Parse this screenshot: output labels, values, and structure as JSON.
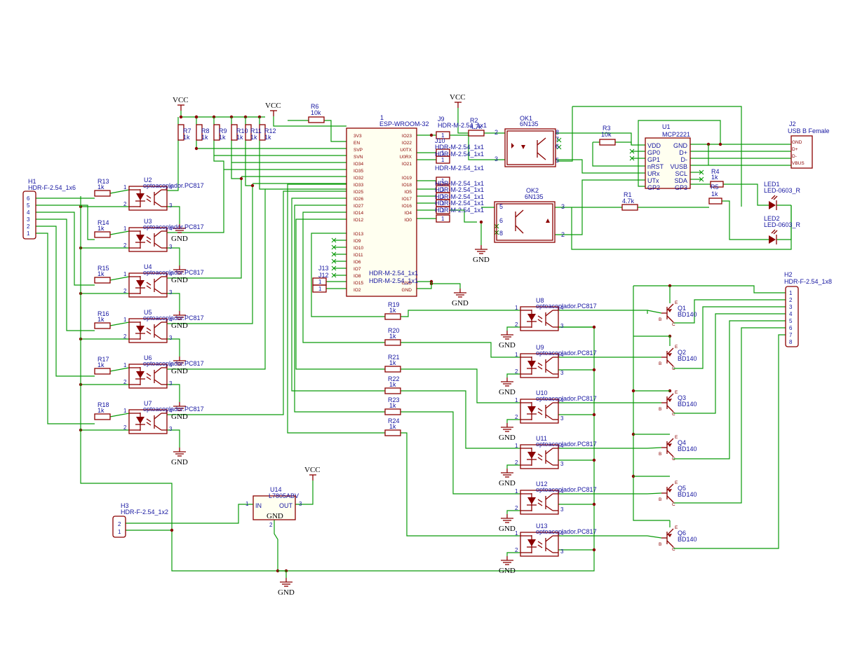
{
  "power": {
    "vcc": "VCC",
    "gnd": "GND"
  },
  "mcu": {
    "ref": "1",
    "value": "ESP-WROOM-32",
    "left_pins": [
      "3V3",
      "EN",
      "SVP",
      "SVN",
      "IO34",
      "IO35",
      "IO32",
      "IO33",
      "IO25",
      "IO26",
      "IO27",
      "IO14",
      "IO12",
      "",
      "IO13",
      "IO9",
      "IO10",
      "IO11",
      "IO6",
      "IO7",
      "IO8",
      "IO15",
      "IO2"
    ],
    "right_pins": [
      "IO23",
      "IO22",
      "U0TX",
      "U0RX",
      "IO21",
      "",
      "IO19",
      "IO18",
      "IO5",
      "IO17",
      "IO16",
      "IO4",
      "IO0",
      "",
      "",
      "",
      "",
      "",
      "",
      "",
      "",
      "GND",
      "GND"
    ]
  },
  "pullups": [
    {
      "ref": "R7",
      "value": "1k"
    },
    {
      "ref": "R8",
      "value": "1k"
    },
    {
      "ref": "R9",
      "value": "1k"
    },
    {
      "ref": "R10",
      "value": "1k"
    },
    {
      "ref": "R11",
      "value": "1k"
    },
    {
      "ref": "R12",
      "value": "1k"
    }
  ],
  "r6": {
    "ref": "R6",
    "value": "10k"
  },
  "h1": {
    "ref": "H1",
    "value": "HDR-F-2.54_1x6",
    "pins": [
      "6",
      "5",
      "4",
      "3",
      "2",
      "1"
    ]
  },
  "input_opto": [
    {
      "rref": "R13",
      "rval": "1k",
      "ref": "U2",
      "value": "optoacoplador.PC817"
    },
    {
      "rref": "R14",
      "rval": "1k",
      "ref": "U3",
      "value": "optoacoplador.PC817"
    },
    {
      "rref": "R15",
      "rval": "1k",
      "ref": "U4",
      "value": "optoacoplador.PC817"
    },
    {
      "rref": "R16",
      "rval": "1k",
      "ref": "U5",
      "value": "optoacoplador.PC817"
    },
    {
      "rref": "R17",
      "rval": "1k",
      "ref": "U6",
      "value": "optoacoplador.PC817"
    },
    {
      "rref": "R18",
      "rval": "1k",
      "ref": "U7",
      "value": "optoacoplador.PC817"
    }
  ],
  "output_opto": [
    {
      "rref": "R19",
      "rval": "1k",
      "ref": "U8",
      "value": "optoacoplador.PC817"
    },
    {
      "rref": "R20",
      "rval": "1k",
      "ref": "U9",
      "value": "optoacoplador.PC817"
    },
    {
      "rref": "R21",
      "rval": "1k",
      "ref": "U10",
      "value": "optoacoplador.PC817"
    },
    {
      "rref": "R22",
      "rval": "1k",
      "ref": "U11",
      "value": "optoacoplador.PC817"
    },
    {
      "rref": "R23",
      "rval": "1k",
      "ref": "U12",
      "value": "optoacoplador.PC817"
    },
    {
      "rref": "R24",
      "rval": "1k",
      "ref": "U13",
      "value": "optoacoplador.PC817"
    }
  ],
  "transistors": [
    {
      "ref": "Q1",
      "value": "BD140"
    },
    {
      "ref": "Q2",
      "value": "BD140"
    },
    {
      "ref": "Q3",
      "value": "BD140"
    },
    {
      "ref": "Q4",
      "value": "BD140"
    },
    {
      "ref": "Q5",
      "value": "BD140"
    },
    {
      "ref": "Q6",
      "value": "BD140"
    }
  ],
  "h2": {
    "ref": "H2",
    "value": "HDR-F-2.54_1x8",
    "pins": [
      "1",
      "2",
      "3",
      "4",
      "5",
      "6",
      "7",
      "8"
    ]
  },
  "h3": {
    "ref": "H3",
    "value": "HDR-F-2.54_1x2",
    "pins": [
      "2",
      "1"
    ]
  },
  "reg": {
    "ref": "U14",
    "value": "L7805ABV",
    "in": "IN",
    "out": "OUT",
    "gnd": "GND",
    "pin_in": "1",
    "pin_out": "3",
    "pin_gnd": "2"
  },
  "headers_1x1": [
    {
      "ref": "J9",
      "value": "HDR-M-2.54_1x1"
    },
    {
      "ref": "J10",
      "value": "HDR-M-2.54_1x1"
    },
    {
      "ref": "",
      "value": "HDR-M-2.54_1x1"
    },
    {
      "ref": "",
      "value": "HDR-M-2.54_1x1"
    },
    {
      "ref": "",
      "value": "HDR-M-2.54_1x1"
    },
    {
      "ref": "",
      "value": "HDR-M-2.54_1x1"
    },
    {
      "ref": "",
      "value": "HDR-M-2.54_1x1"
    },
    {
      "ref": "",
      "value": "HDR-M-2.54_1x1"
    },
    {
      "ref": "",
      "value": "HDR-M-2.54_1x1"
    },
    {
      "ref": "J13",
      "value": "HDR-M-2.54_1x1"
    },
    {
      "ref": "J12",
      "value": "HDR-M-2.54_1x1"
    }
  ],
  "ok1": {
    "ref": "OK1",
    "value": "6N135",
    "pins": [
      "2",
      "3",
      "8",
      "7",
      "6",
      "5"
    ]
  },
  "ok2": {
    "ref": "OK2",
    "value": "6N135",
    "pins": [
      "5",
      "6",
      "8",
      "3",
      "2"
    ]
  },
  "r2": {
    "ref": "R2",
    "value": "4.7k"
  },
  "r1": {
    "ref": "R1",
    "value": "4.7k"
  },
  "r3": {
    "ref": "R3",
    "value": "10k"
  },
  "r4": {
    "ref": "R4",
    "value": "1k"
  },
  "r5": {
    "ref": "R5",
    "value": "1k"
  },
  "u1": {
    "ref": "U1",
    "value": "MCP2221",
    "left": [
      "VDD",
      "GP0",
      "GP1",
      "nRST",
      "URx",
      "UTx",
      "GP2"
    ],
    "right": [
      "GND",
      "D+",
      "D-",
      "VUSB",
      "SCL",
      "SDA",
      "GP3"
    ]
  },
  "j2": {
    "ref": "J2",
    "value": "USB B Female",
    "pins": [
      "GND",
      "D+",
      "D-",
      "VBUS"
    ]
  },
  "led1": {
    "ref": "LED1",
    "value": "LED-0603_R"
  },
  "led2": {
    "ref": "LED2",
    "value": "LED-0603_R"
  },
  "pin_labels": {
    "p1": "1",
    "p2": "2",
    "p3": "3",
    "p4": "4",
    "b": "B",
    "e": "E",
    "c": "C"
  },
  "colors": {
    "wire": "#0a9b0a",
    "symbol": "#8b0000",
    "text": "#1515a0"
  }
}
